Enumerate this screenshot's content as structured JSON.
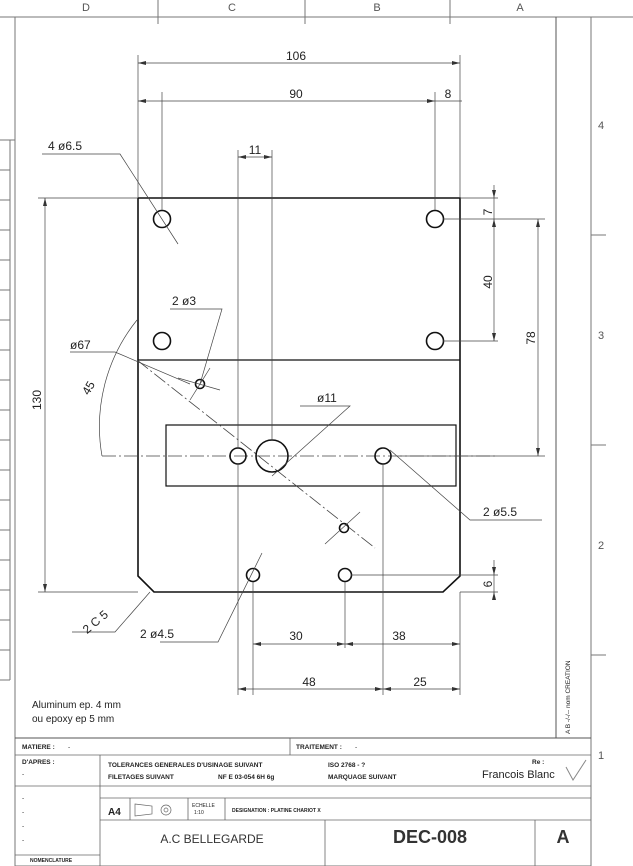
{
  "frame": {
    "columns_top": [
      "D",
      "C",
      "B",
      "A"
    ],
    "rows_right": [
      "4",
      "3",
      "2",
      "1"
    ]
  },
  "dimensions": {
    "d106": "106",
    "d90": "90",
    "d8": "8",
    "d11": "11",
    "d7": "7",
    "d40": "40",
    "d78": "78",
    "d130": "130",
    "d6": "6",
    "d30": "30",
    "d38": "38",
    "d48": "48",
    "d25": "25",
    "d45": "45",
    "chamfer": "2 C 5",
    "holes_65": "4   ø6.5",
    "holes_3": "2   ø3",
    "d67": "ø67",
    "d11_dia": "ø11",
    "holes_55": "2   ø5.5",
    "holes_45": "2   ø4.5"
  },
  "material_note": [
    "Aluminum ep. 4 mm",
    "ou epoxy ep 5 mm"
  ],
  "revision_strip": "A B  -/-/-- nom CREATION",
  "title_block": {
    "matiere_label": "MATIERE :",
    "matiere_value": "-",
    "traitement_label": "TRAITEMENT :",
    "traitement_value": "-",
    "dapres_label": "D'APRES :",
    "dapres_value": "-",
    "tolerances": "TOLERANCES GENERALES D'USINAGE SUIVANT",
    "iso": "ISO 2768 - ?",
    "filetages": "FILETAGES SUIVANT",
    "nfe": "NF E 03-054 6H 6g",
    "marquage": "MARQUAGE SUIVANT",
    "re_label": "Re :",
    "author": "Francois Blanc",
    "format": "A4",
    "echelle_label": "ECHELLE",
    "echelle_value": "1:10",
    "designation": "DESIGNATION : PLATINE CHARIOT X",
    "company": "A.C BELLEGARDE",
    "drawing_number": "DEC-008",
    "revision": "A",
    "nomenclature_label": "NOMENCLATURE",
    "nomenclature_dashes": [
      "-",
      "-",
      "-",
      "-"
    ]
  }
}
